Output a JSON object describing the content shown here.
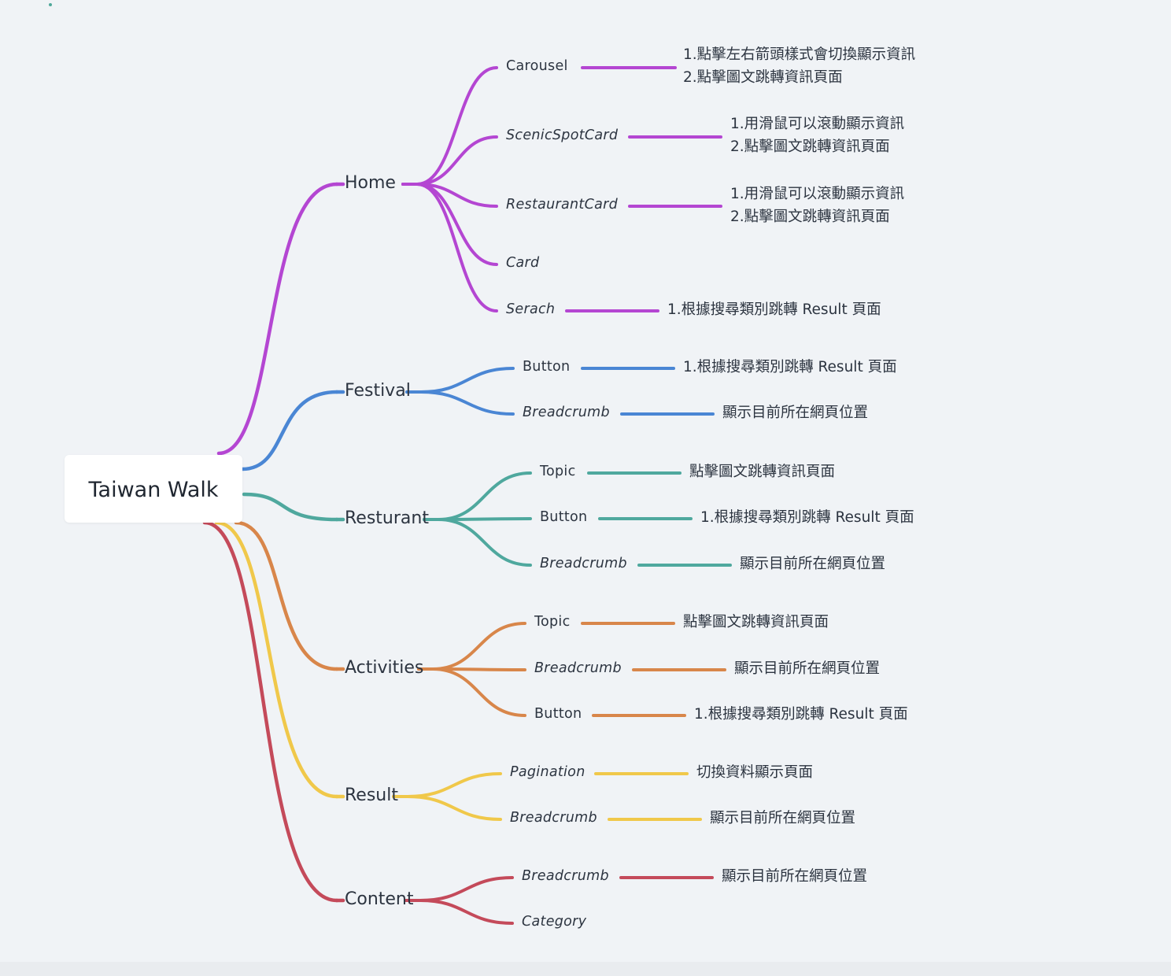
{
  "root": {
    "label": "Taiwan Walk"
  },
  "colors": {
    "home": "#b446d2",
    "festival": "#4a86d4",
    "resturant": "#4fa89e",
    "activities": "#d8864a",
    "result": "#f0c84a",
    "content": "#c44a5a"
  },
  "branches": [
    {
      "label": "Home",
      "children": [
        {
          "label": "Carousel",
          "notes": [
            "1.點擊左右箭頭樣式會切換顯示資訊",
            "2.點擊圖文跳轉資訊頁面"
          ]
        },
        {
          "label": "ScenicSpotCard",
          "notes": [
            "1.用滑鼠可以滾動顯示資訊",
            "2.點擊圖文跳轉資訊頁面"
          ]
        },
        {
          "label": "RestaurantCard",
          "notes": [
            "1.用滑鼠可以滾動顯示資訊",
            "2.點擊圖文跳轉資訊頁面"
          ]
        },
        {
          "label": "Card"
        },
        {
          "label": "Serach",
          "notes": [
            "1.根據搜尋類別跳轉 Result 頁面"
          ]
        }
      ]
    },
    {
      "label": "Festival",
      "children": [
        {
          "label": "Button",
          "notes": [
            "1.根據搜尋類別跳轉 Result 頁面"
          ]
        },
        {
          "label": "Breadcrumb",
          "notes": [
            "顯示目前所在網頁位置"
          ]
        }
      ]
    },
    {
      "label": "Resturant",
      "children": [
        {
          "label": "Topic",
          "notes": [
            "點擊圖文跳轉資訊頁面"
          ]
        },
        {
          "label": "Button",
          "notes": [
            "1.根據搜尋類別跳轉 Result 頁面"
          ]
        },
        {
          "label": "Breadcrumb",
          "notes": [
            "顯示目前所在網頁位置"
          ]
        }
      ]
    },
    {
      "label": "Activities",
      "children": [
        {
          "label": "Topic",
          "notes": [
            "點擊圖文跳轉資訊頁面"
          ]
        },
        {
          "label": "Breadcrumb",
          "notes": [
            "顯示目前所在網頁位置"
          ]
        },
        {
          "label": "Button",
          "notes": [
            "1.根據搜尋類別跳轉 Result 頁面"
          ]
        }
      ]
    },
    {
      "label": "Result",
      "children": [
        {
          "label": "Pagination",
          "notes": [
            "切換資料顯示頁面"
          ]
        },
        {
          "label": "Breadcrumb",
          "notes": [
            "顯示目前所在網頁位置"
          ]
        }
      ]
    },
    {
      "label": "Content",
      "children": [
        {
          "label": "Breadcrumb",
          "notes": [
            "顯示目前所在網頁位置"
          ]
        },
        {
          "label": "Category"
        }
      ]
    }
  ]
}
